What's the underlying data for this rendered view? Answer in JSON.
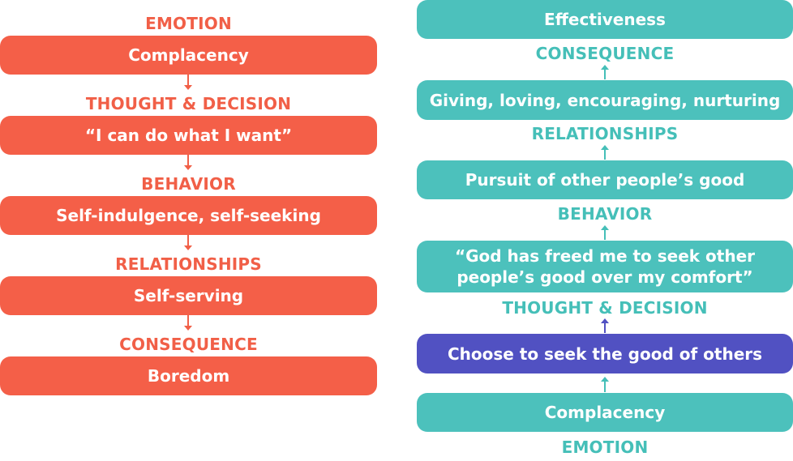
{
  "left": {
    "labels": [
      "EMOTION",
      "THOUGHT & DECISION",
      "BEHAVIOR",
      "RELATIONSHIPS",
      "CONSEQUENCE"
    ],
    "boxes": [
      "Complacency",
      "“I can do what I want”",
      "Self-indulgence, self-seeking",
      "Self-serving",
      "Boredom"
    ]
  },
  "right": {
    "boxes": [
      "Effectiveness",
      "Giving, loving, encouraging, nurturing",
      "Pursuit of other people’s good",
      "“God has freed me to seek other people’s good over my comfort”",
      "Choose to seek the good of others",
      "Complacency"
    ],
    "labels": [
      "CONSEQUENCE",
      "RELATIONSHIPS",
      "BEHAVIOR",
      "THOUGHT & DECISION",
      "EMOTION"
    ]
  },
  "colors": {
    "left_accent": "#f45f48",
    "right_accent": "#4cc1bc",
    "highlight": "#5151c2"
  }
}
